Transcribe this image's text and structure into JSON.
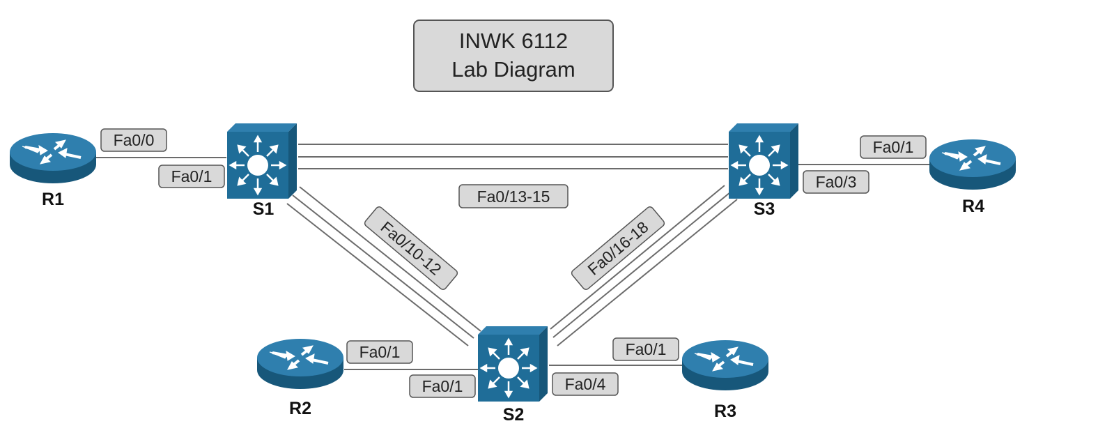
{
  "title": {
    "line1": "INWK 6112",
    "line2": "Lab Diagram"
  },
  "devices": {
    "r1": "R1",
    "r2": "R2",
    "r3": "R3",
    "r4": "R4",
    "s1": "S1",
    "s2": "S2",
    "s3": "S3"
  },
  "ports": {
    "r1_fa00": "Fa0/0",
    "s1_fa01": "Fa0/1",
    "s1_s3_trunk": "Fa0/13-15",
    "s1_s2_trunk": "Fa0/10-12",
    "s2_s3_trunk": "Fa0/16-18",
    "r4_fa01": "Fa0/1",
    "s3_fa03": "Fa0/3",
    "r2_fa01": "Fa0/1",
    "s2_fa01": "Fa0/1",
    "s2_fa04": "Fa0/4",
    "r3_fa01": "Fa0/1"
  },
  "colors": {
    "device_blue": "#1f6d98",
    "device_dark": "#17577a",
    "device_light": "#3b8ab5",
    "label_fill": "#d9d9d9",
    "label_stroke": "#555555",
    "link": "#6b6b6b"
  }
}
